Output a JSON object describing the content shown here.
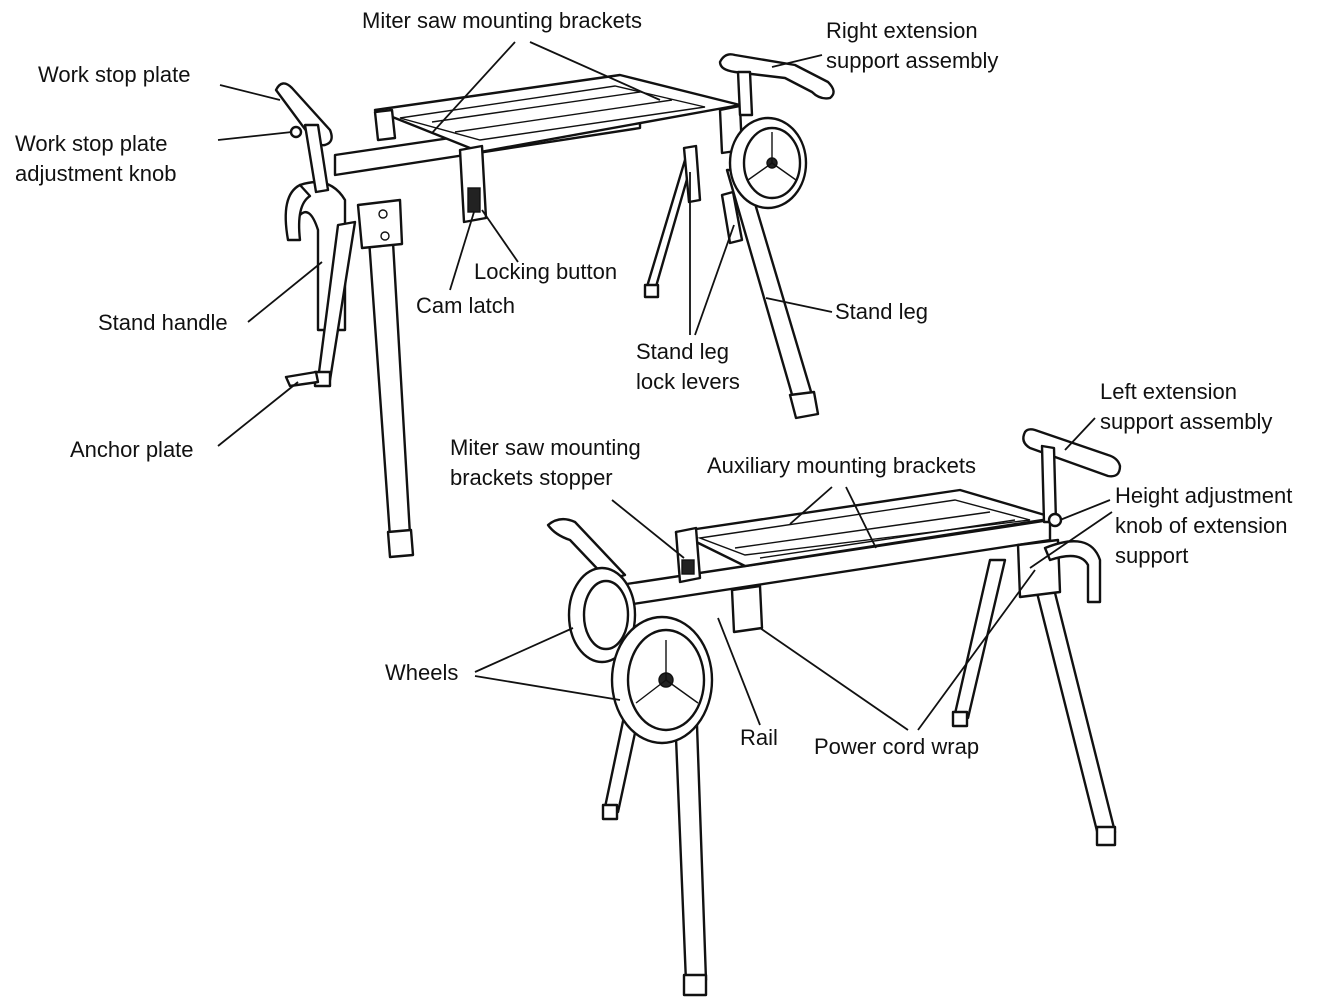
{
  "labels": {
    "miter_saw_mounting_brackets": "Miter saw mounting brackets",
    "right_extension": [
      "Right extension",
      "support assembly"
    ],
    "work_stop_plate": "Work stop plate",
    "work_stop_plate_knob": [
      "Work stop plate",
      "adjustment knob"
    ],
    "locking_button": "Locking button",
    "cam_latch": "Cam latch",
    "stand_handle": "Stand handle",
    "stand_leg": "Stand leg",
    "stand_leg_lock_levers": [
      "Stand leg",
      "lock levers"
    ],
    "anchor_plate": "Anchor plate",
    "left_extension": [
      "Left extension",
      "support assembly"
    ],
    "miter_saw_brackets_stopper": [
      "Miter saw mounting",
      "brackets stopper"
    ],
    "auxiliary_mounting_brackets": "Auxiliary mounting brackets",
    "height_adjustment_knob": [
      "Height adjustment",
      "knob of extension",
      "support"
    ],
    "wheels": "Wheels",
    "rail": "Rail",
    "power_cord_wrap": "Power cord wrap"
  }
}
